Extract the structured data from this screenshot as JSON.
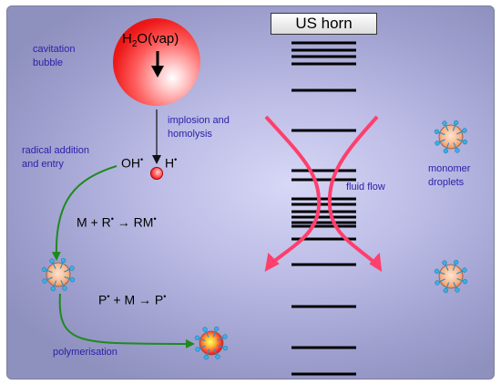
{
  "horn": {
    "title": "US horn"
  },
  "bubble": {
    "label_main": "H",
    "label_sub": "2",
    "label_rest": "O(vap)"
  },
  "labels": {
    "cavitation": [
      "cavitation",
      "bubble"
    ],
    "implosion": [
      "implosion and",
      "homolysis"
    ],
    "radical_addition": [
      "radical addition",
      "and entry"
    ],
    "fluid_flow": "fluid flow",
    "monomer": [
      "monomer",
      "droplets"
    ],
    "polymerisation": "polymerisation"
  },
  "species": {
    "oh": "OH",
    "h": "H",
    "radical_mark": "•"
  },
  "equations": {
    "initiation": {
      "lhs": "M + R",
      "arrow": "→",
      "rhs": "RM"
    },
    "propagation": {
      "lhs": "P",
      "mid": " + M",
      "arrow": "→",
      "rhs": "P"
    }
  },
  "colors": {
    "bubble_red": "#e01a1a",
    "flow_arrow": "#ff3f6c",
    "green_arrow": "#1f8a1f",
    "label_blue": "#2b1fa8",
    "droplet_fill": "#f7b58a",
    "droplet_tick": "#2a90c8"
  }
}
